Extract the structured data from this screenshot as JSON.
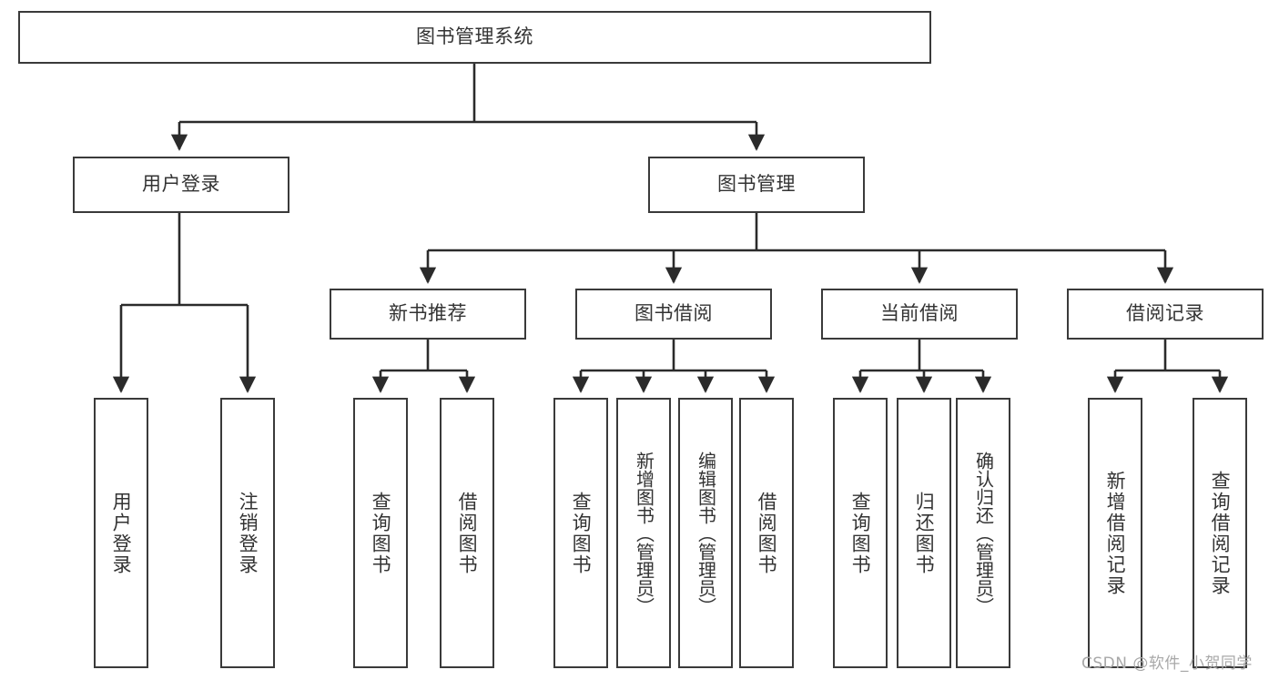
{
  "diagram": {
    "type": "tree-hierarchy",
    "title": "图书管理系统",
    "root": {
      "id": "root",
      "label": "图书管理系统",
      "orientation": "horizontal"
    },
    "level2": [
      {
        "id": "user-login",
        "label": "用户登录",
        "orientation": "horizontal"
      },
      {
        "id": "book-manage",
        "label": "图书管理",
        "orientation": "horizontal"
      }
    ],
    "level3": [
      {
        "id": "new-book-rec",
        "label": "新书推荐",
        "orientation": "horizontal",
        "parent": "book-manage"
      },
      {
        "id": "book-borrow",
        "label": "图书借阅",
        "orientation": "horizontal",
        "parent": "book-manage"
      },
      {
        "id": "current-borrow",
        "label": "当前借阅",
        "orientation": "horizontal",
        "parent": "book-manage"
      },
      {
        "id": "borrow-record",
        "label": "借阅记录",
        "orientation": "horizontal",
        "parent": "book-manage"
      }
    ],
    "leaves": [
      {
        "id": "leaf-user-login",
        "label": "用户登录",
        "parent": "user-login",
        "orientation": "vertical"
      },
      {
        "id": "leaf-user-logout",
        "label": "注销登录",
        "parent": "user-login",
        "orientation": "vertical"
      },
      {
        "id": "leaf-query-book-1",
        "label": "查询图书",
        "parent": "new-book-rec",
        "orientation": "vertical"
      },
      {
        "id": "leaf-borrow-book-1",
        "label": "借阅图书",
        "parent": "new-book-rec",
        "orientation": "vertical"
      },
      {
        "id": "leaf-query-book-2",
        "label": "查询图书",
        "parent": "book-borrow",
        "orientation": "vertical"
      },
      {
        "id": "leaf-add-book",
        "label": "新增图书（管理员）",
        "parent": "book-borrow",
        "orientation": "vertical"
      },
      {
        "id": "leaf-edit-book",
        "label": "编辑图书（管理员）",
        "parent": "book-borrow",
        "orientation": "vertical"
      },
      {
        "id": "leaf-borrow-book-2",
        "label": "借阅图书",
        "parent": "book-borrow",
        "orientation": "vertical"
      },
      {
        "id": "leaf-query-book-3",
        "label": "查询图书",
        "parent": "current-borrow",
        "orientation": "vertical"
      },
      {
        "id": "leaf-return-book",
        "label": "归还图书",
        "parent": "current-borrow",
        "orientation": "vertical"
      },
      {
        "id": "leaf-confirm-return",
        "label": "确认归还（管理员）",
        "parent": "current-borrow",
        "orientation": "vertical"
      },
      {
        "id": "leaf-add-record",
        "label": "新增借阅记录",
        "parent": "borrow-record",
        "orientation": "vertical"
      },
      {
        "id": "leaf-query-record",
        "label": "查询借阅记录",
        "parent": "borrow-record",
        "orientation": "vertical"
      }
    ],
    "colors": {
      "border": "#3a3a3a",
      "text": "#333333",
      "background": "#ffffff",
      "edge": "#2b2b2b",
      "watermark": "#a8a8a8"
    }
  },
  "watermark": {
    "text": "CSDN @软件_小贺同学"
  }
}
